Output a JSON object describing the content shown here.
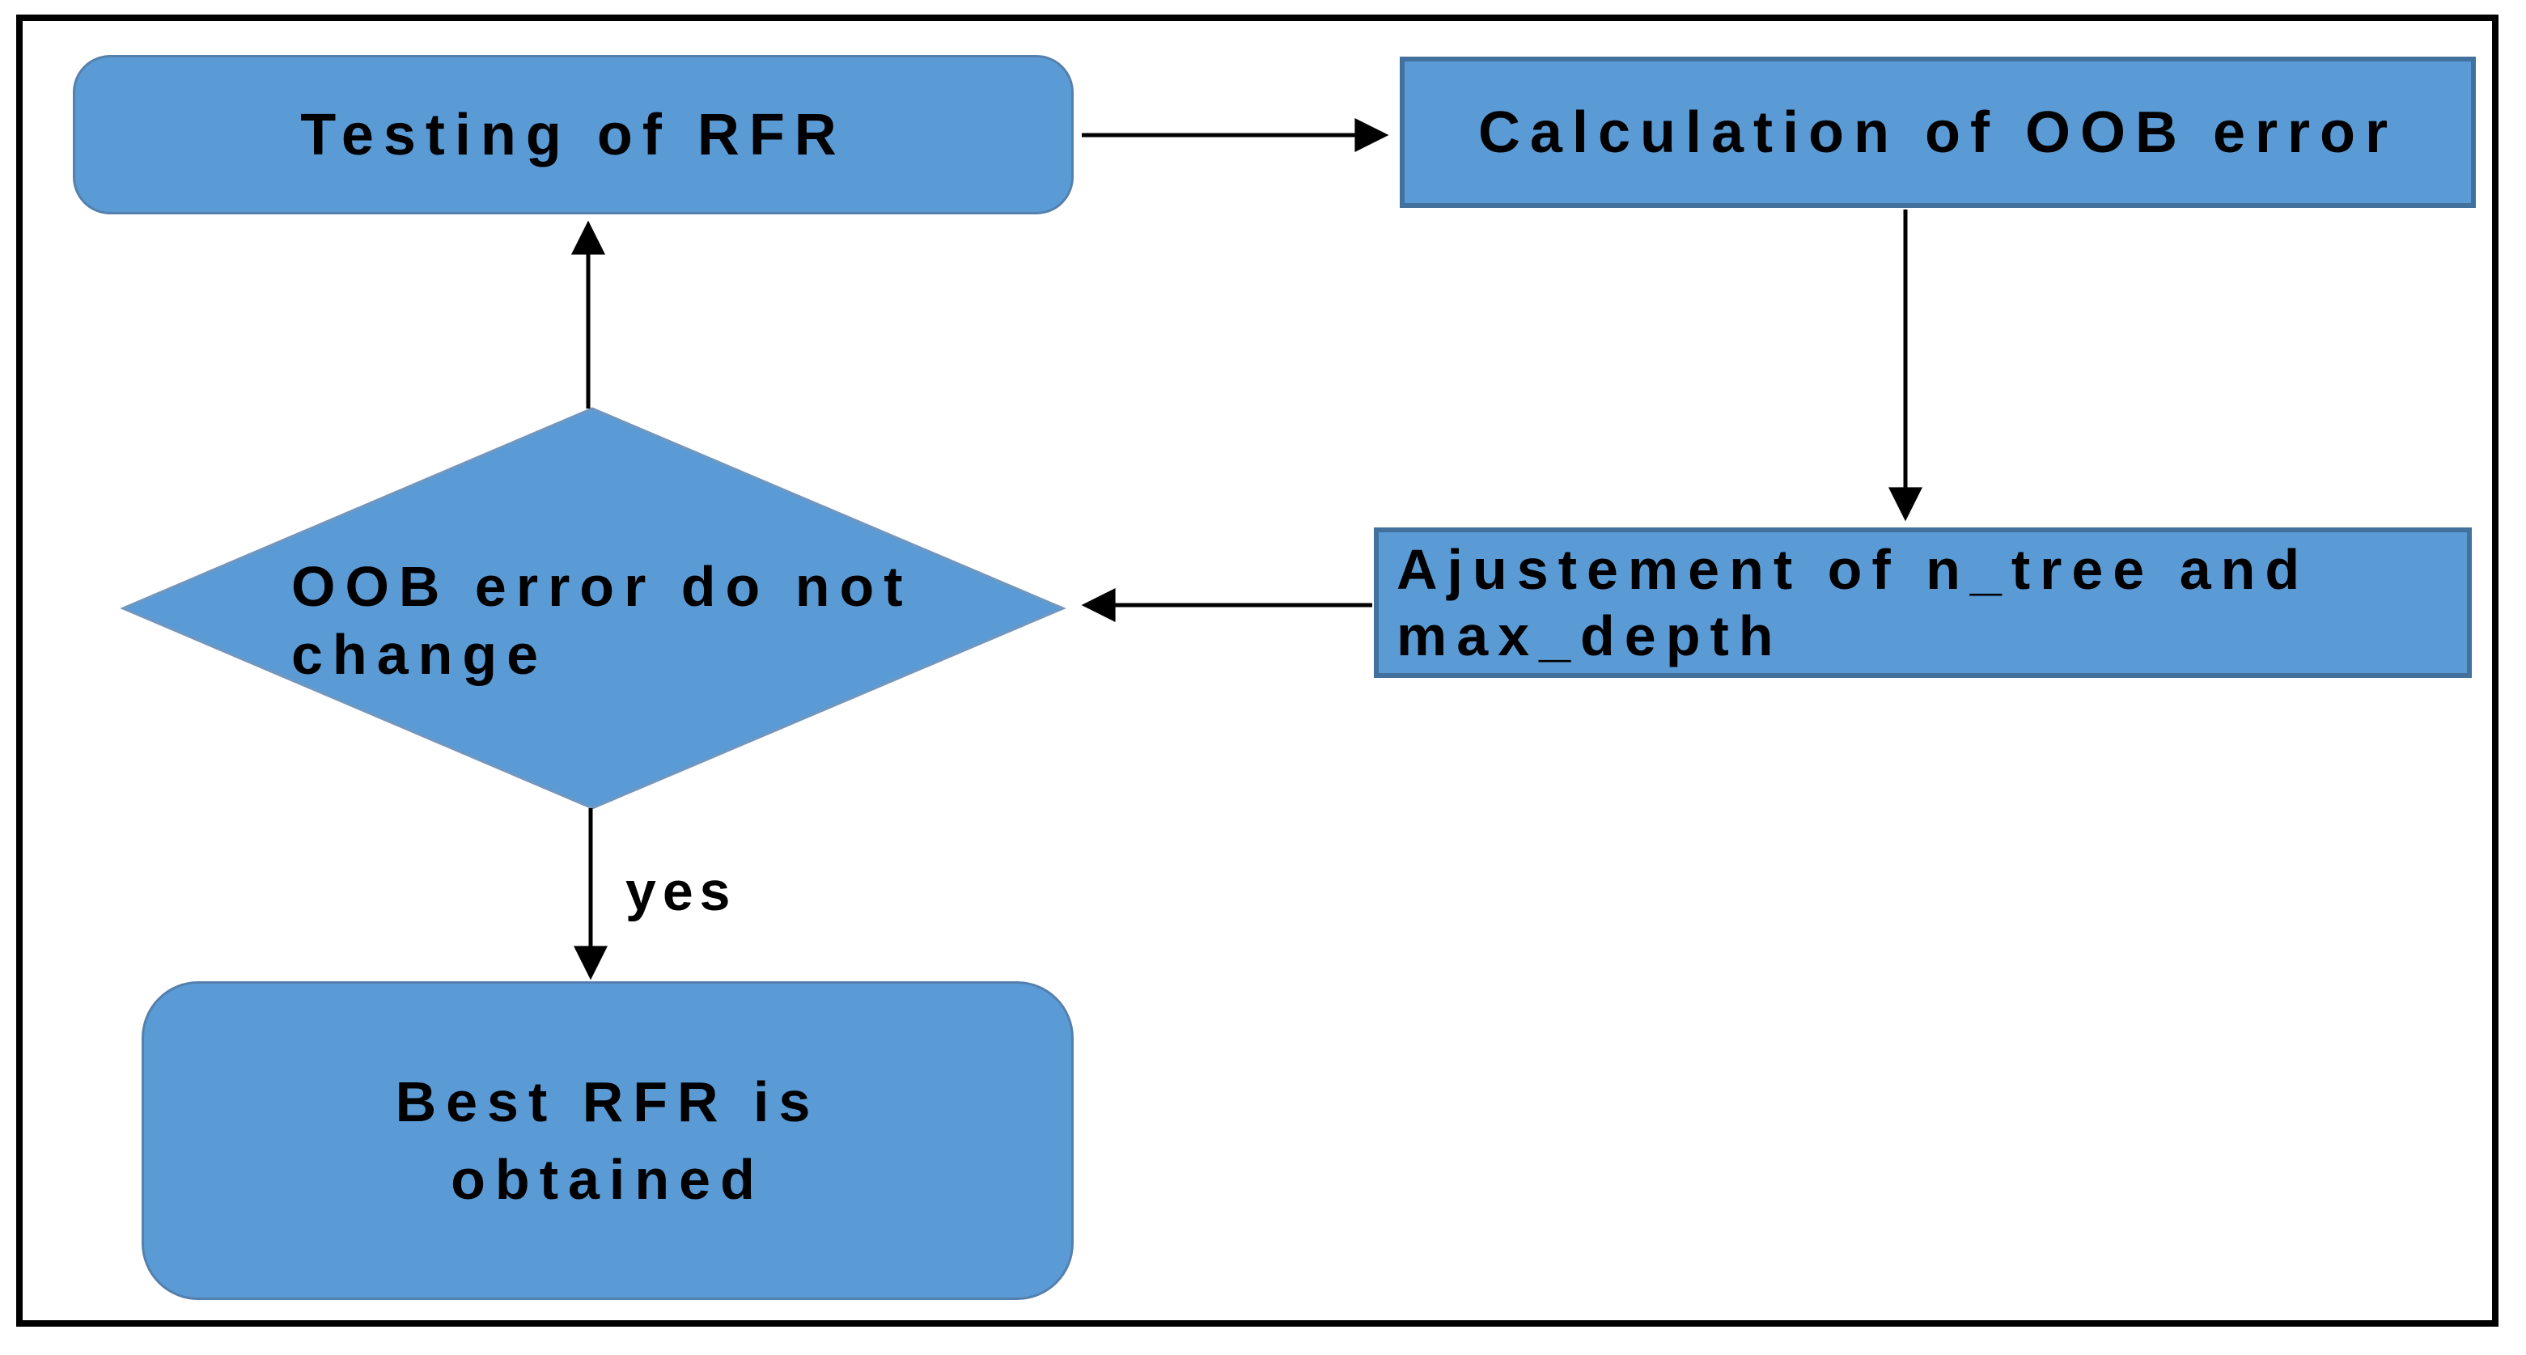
{
  "diagram": {
    "nodes": {
      "testing": {
        "label": "Testing of RFR"
      },
      "calculation": {
        "label": "Calculation of OOB error"
      },
      "adjustment": {
        "lines": [
          "Ajustement of n_tree and",
          "max_depth"
        ]
      },
      "decision": {
        "lines": [
          "OOB error do not",
          "change"
        ]
      },
      "best": {
        "lines": [
          "Best RFR is",
          "obtained"
        ]
      }
    },
    "edge_labels": {
      "decision_to_best": "yes"
    },
    "colors": {
      "node_fill": "#5b9bd5",
      "rect_border": "#41719c",
      "rounded_border": "#5580ad",
      "diamond_edge": "#7296bd",
      "arrow": "#000000",
      "text": "#000000",
      "frame_border": "#000000",
      "background": "#ffffff"
    }
  }
}
